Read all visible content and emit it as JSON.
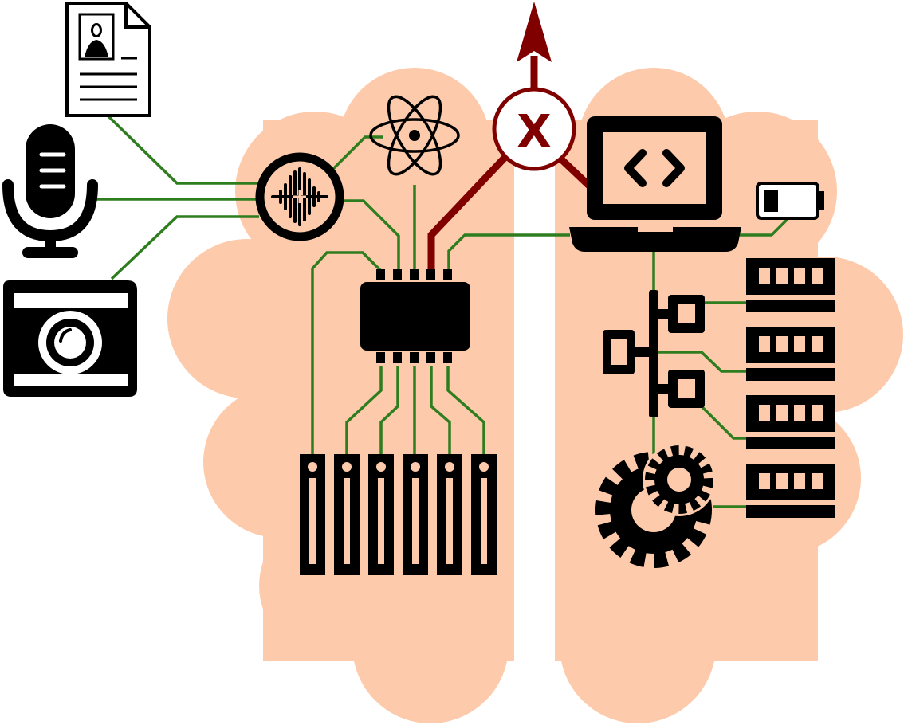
{
  "colors": {
    "brain": "#fdcbab",
    "wire": "#2e7d1f",
    "highlight": "#800000",
    "ink": "#000000",
    "paper": "#ffffff"
  },
  "merge_node": {
    "label": "X",
    "icon": "x-circle-icon"
  },
  "inputs": [
    {
      "id": "document",
      "icon": "document-with-portrait-icon"
    },
    {
      "id": "microphone",
      "icon": "microphone-icon"
    },
    {
      "id": "camera",
      "icon": "camera-icon"
    }
  ],
  "left_hemisphere": {
    "components": [
      "waveform-encoder-icon",
      "atom-icon",
      "processor-chip-icon"
    ],
    "memory_modules": 6
  },
  "right_hemisphere": {
    "components": [
      "laptop-code-icon",
      "battery-icon",
      "hierarchy-tree-icon",
      "gears-icon"
    ],
    "ram_sticks": 4
  },
  "code_symbol": "< >"
}
